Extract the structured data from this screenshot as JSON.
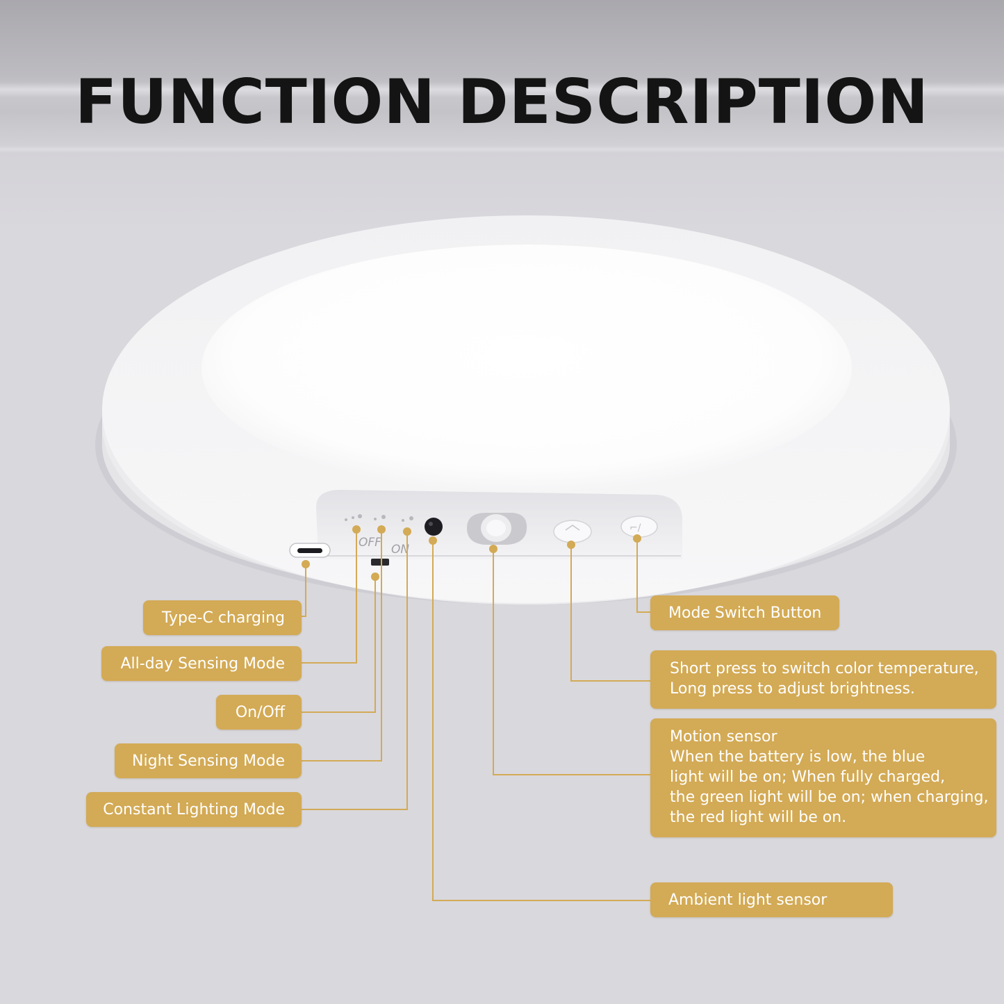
{
  "title": "FUNCTION DESCRIPTION",
  "device": {
    "switch_off_label": "OFF",
    "switch_on_label": "ON"
  },
  "labels": {
    "type_c": "Type-C charging",
    "all_day": "All-day Sensing Mode",
    "on_off": "On/Off",
    "night": "Night Sensing Mode",
    "constant": "Constant Lighting Mode",
    "mode_switch": "Mode Switch Button",
    "press_lines": [
      "Short press to switch color temperature,",
      "Long press to adjust brightness."
    ],
    "motion_lines": [
      "Motion sensor",
      "When the battery is low, the blue",
      "light will be on; When fully charged,",
      "the green light will be on; when charging,",
      "the red light will be on."
    ],
    "ambient": "Ambient light sensor"
  },
  "colors": {
    "label_bg": "#d3aa55",
    "label_text": "#ffffff",
    "connector": "#d3aa55",
    "title_text": "#141414"
  }
}
